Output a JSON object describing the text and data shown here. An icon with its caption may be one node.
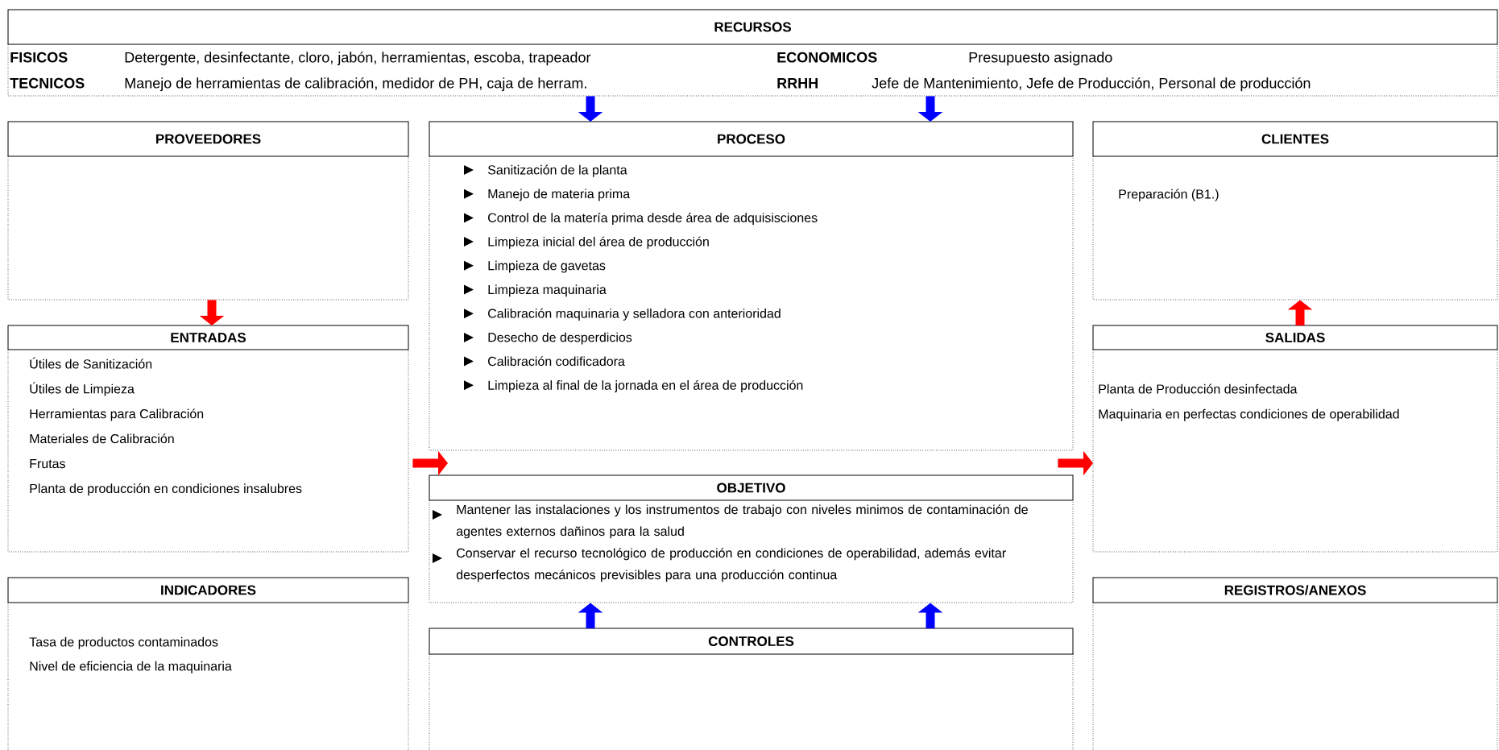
{
  "diagram": {
    "nodes": [
      {
        "text": [
          "RECURSOS",
          "FISICOS",
          "Detergente, desinfectante, cloro, jabón, herramientas, escoba, trapeador",
          "ECONOMICOS",
          "Presupuesto asignado",
          "TECNICOS",
          "Manejo de herramientas de calibración, medidor de PH, caja de herram.",
          "RRHH",
          "Jefe de Mantenimiento, Jefe de Producción, Personal de producción"
        ]
      },
      {
        "text": [
          "PROVEEDORES"
        ]
      },
      {
        "text": [
          "PROCESO",
          "Sanitización de la planta",
          "Manejo de materia prima",
          "Control de la matería prima desde área de adquisisciones",
          "Limpieza inicial del área de producción",
          "Limpieza de gavetas",
          "Limpieza maquinaria",
          "Calibración maquinaria y selladora con anterioridad",
          "Desecho de desperdicios",
          "Calibración codificadora",
          "Limpieza al final de la jornada en el área de producción"
        ]
      },
      {
        "text": [
          "CLIENTES",
          "Preparación (B1.)"
        ]
      },
      {
        "text": [
          "ENTRADAS",
          "Útiles de Sanitización",
          "Útiles de Limpieza",
          "Herramientas para Calibración",
          "Materiales de Calibración",
          "Frutas",
          "Planta de producción en condiciones insalubres"
        ]
      },
      {
        "text": [
          "SALIDAS",
          "Planta de Producción desinfectada",
          "Maquinaria en perfectas condiciones de operabilidad"
        ]
      },
      {
        "text": [
          "OBJETIVO",
          "Mantener las instalaciones y los instrumentos de trabajo con niveles minimos de contaminación de agentes externos dañinos para la salud",
          "Conservar el recurso tecnológico de producción en condiciones de operabilidad, además evitar desperfectos mecánicos previsibles para una producción continua"
        ]
      },
      {
        "text": [
          "INDICADORES",
          "Tasa de productos contaminados",
          "Nivel de eficiencia de la maquinaria"
        ]
      },
      {
        "text": [
          "REGISTROS/ANEXOS"
        ]
      },
      {
        "text": [
          "CONTROLES"
        ]
      }
    ],
    "edges": [
      {
        "from": 0,
        "to": 2,
        "arrow": "to",
        "color": "#0000ff"
      },
      {
        "from": 0,
        "to": 2,
        "arrow": "to",
        "color": "#0000ff"
      },
      {
        "from": 1,
        "to": 4,
        "arrow": "to",
        "color": "#ff0000"
      },
      {
        "from": 4,
        "to": 2,
        "arrow": "to",
        "color": "#ff0000"
      },
      {
        "from": 2,
        "to": 5,
        "arrow": "to",
        "color": "#ff0000"
      },
      {
        "from": 5,
        "to": 3,
        "arrow": "to",
        "color": "#ff0000"
      },
      {
        "from": 9,
        "to": 6,
        "arrow": "to",
        "color": "#0000ff"
      },
      {
        "from": 9,
        "to": 6,
        "arrow": "to",
        "color": "#0000ff"
      }
    ]
  }
}
